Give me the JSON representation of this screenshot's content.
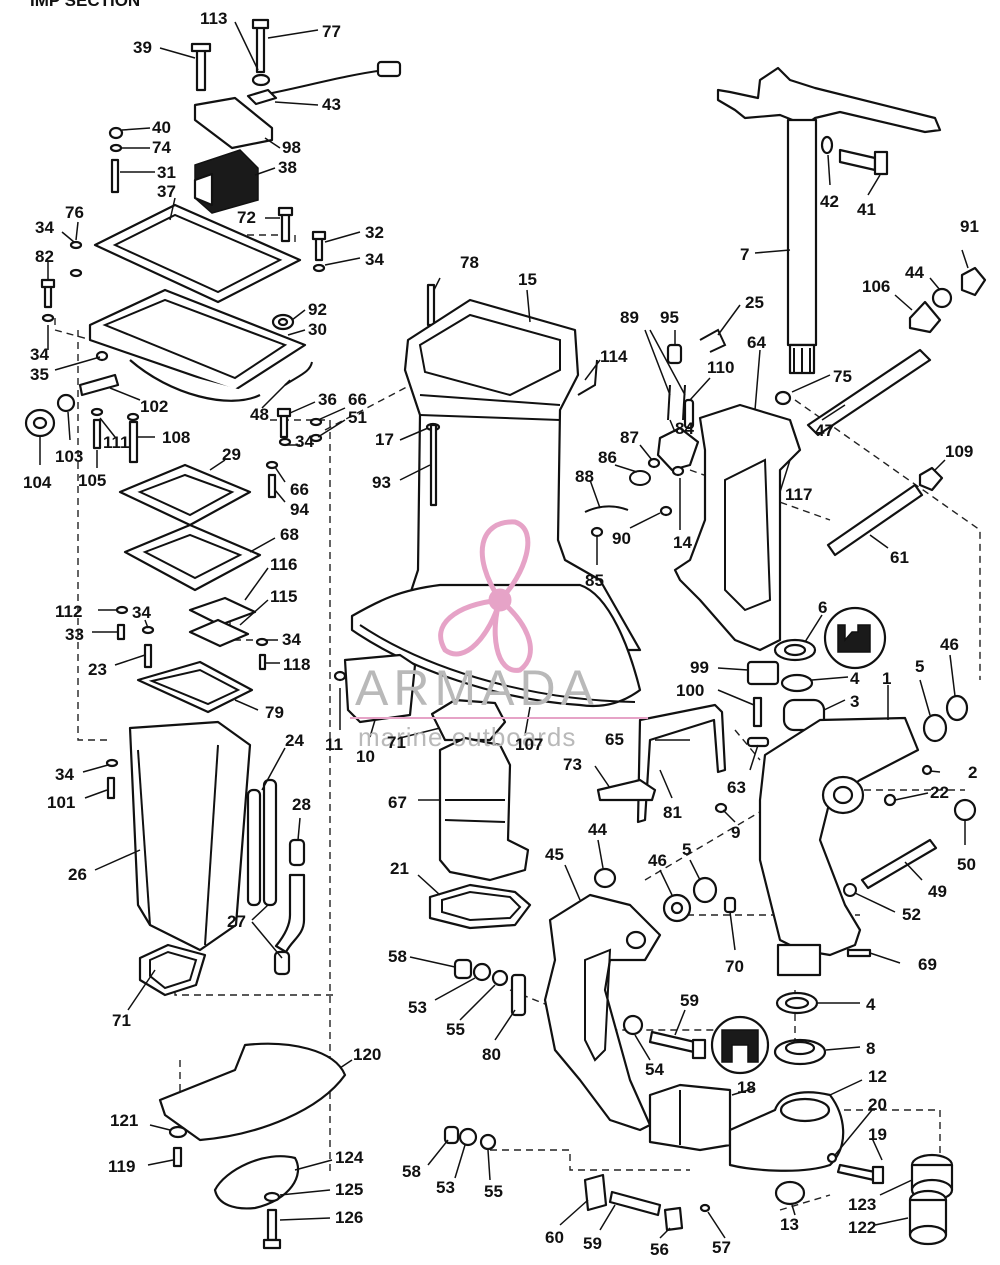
{
  "header": {
    "title_fragment": "IMP SECTION"
  },
  "watermark": {
    "brand": "ARMADA",
    "tagline": "marine outboards",
    "logo_icon": "propeller-icon",
    "color": "#e6a3c7"
  },
  "labels": [
    {
      "id": "l113",
      "text": "113"
    },
    {
      "id": "l77",
      "text": "77"
    },
    {
      "id": "l39",
      "text": "39"
    },
    {
      "id": "l43",
      "text": "43"
    },
    {
      "id": "l40",
      "text": "40"
    },
    {
      "id": "l74",
      "text": "74"
    },
    {
      "id": "l98",
      "text": "98"
    },
    {
      "id": "l31",
      "text": "31"
    },
    {
      "id": "l38",
      "text": "38"
    },
    {
      "id": "l37",
      "text": "37"
    },
    {
      "id": "l72",
      "text": "72"
    },
    {
      "id": "l34a",
      "text": "34"
    },
    {
      "id": "l76",
      "text": "76"
    },
    {
      "id": "l32",
      "text": "32"
    },
    {
      "id": "l34b",
      "text": "34"
    },
    {
      "id": "l82",
      "text": "82"
    },
    {
      "id": "l92",
      "text": "92"
    },
    {
      "id": "l30",
      "text": "30"
    },
    {
      "id": "l34c",
      "text": "34"
    },
    {
      "id": "l35",
      "text": "35"
    },
    {
      "id": "l102",
      "text": "102"
    },
    {
      "id": "l48",
      "text": "48"
    },
    {
      "id": "l36",
      "text": "36"
    },
    {
      "id": "l66a",
      "text": "66"
    },
    {
      "id": "l51",
      "text": "51"
    },
    {
      "id": "l111",
      "text": "111"
    },
    {
      "id": "l108",
      "text": "108"
    },
    {
      "id": "l104",
      "text": "104"
    },
    {
      "id": "l103",
      "text": "103"
    },
    {
      "id": "l105",
      "text": "105"
    },
    {
      "id": "l34d",
      "text": "34"
    },
    {
      "id": "l29",
      "text": "29"
    },
    {
      "id": "l66b",
      "text": "66"
    },
    {
      "id": "l94",
      "text": "94"
    },
    {
      "id": "l68",
      "text": "68"
    },
    {
      "id": "l116",
      "text": "116"
    },
    {
      "id": "l115",
      "text": "115"
    },
    {
      "id": "l112",
      "text": "112"
    },
    {
      "id": "l34e",
      "text": "34"
    },
    {
      "id": "l33",
      "text": "33"
    },
    {
      "id": "l34f",
      "text": "34"
    },
    {
      "id": "l23",
      "text": "23"
    },
    {
      "id": "l118",
      "text": "118"
    },
    {
      "id": "l79",
      "text": "79"
    },
    {
      "id": "l24",
      "text": "24"
    },
    {
      "id": "l34g",
      "text": "34"
    },
    {
      "id": "l101",
      "text": "101"
    },
    {
      "id": "l28",
      "text": "28"
    },
    {
      "id": "l26",
      "text": "26"
    },
    {
      "id": "l27",
      "text": "27"
    },
    {
      "id": "l71a",
      "text": "71"
    },
    {
      "id": "l120",
      "text": "120"
    },
    {
      "id": "l121",
      "text": "121"
    },
    {
      "id": "l119",
      "text": "119"
    },
    {
      "id": "l124",
      "text": "124"
    },
    {
      "id": "l125",
      "text": "125"
    },
    {
      "id": "l126",
      "text": "126"
    },
    {
      "id": "l78",
      "text": "78"
    },
    {
      "id": "l15",
      "text": "15"
    },
    {
      "id": "l17",
      "text": "17"
    },
    {
      "id": "l93",
      "text": "93"
    },
    {
      "id": "l114",
      "text": "114"
    },
    {
      "id": "l11",
      "text": "11"
    },
    {
      "id": "l10",
      "text": "10"
    },
    {
      "id": "l71b",
      "text": "71"
    },
    {
      "id": "l107",
      "text": "107"
    },
    {
      "id": "l67",
      "text": "67"
    },
    {
      "id": "l21",
      "text": "21"
    },
    {
      "id": "l89",
      "text": "89"
    },
    {
      "id": "l95",
      "text": "95"
    },
    {
      "id": "l25",
      "text": "25"
    },
    {
      "id": "l64",
      "text": "64"
    },
    {
      "id": "l110",
      "text": "110"
    },
    {
      "id": "l84",
      "text": "84"
    },
    {
      "id": "l87",
      "text": "87"
    },
    {
      "id": "l86",
      "text": "86"
    },
    {
      "id": "l88",
      "text": "88"
    },
    {
      "id": "l90",
      "text": "90"
    },
    {
      "id": "l14",
      "text": "14"
    },
    {
      "id": "l85",
      "text": "85"
    },
    {
      "id": "l117",
      "text": "117"
    },
    {
      "id": "l42",
      "text": "42"
    },
    {
      "id": "l41",
      "text": "41"
    },
    {
      "id": "l7",
      "text": "7"
    },
    {
      "id": "l91",
      "text": "91"
    },
    {
      "id": "l44a",
      "text": "44"
    },
    {
      "id": "l106",
      "text": "106"
    },
    {
      "id": "l75",
      "text": "75"
    },
    {
      "id": "l47",
      "text": "47"
    },
    {
      "id": "l109",
      "text": "109"
    },
    {
      "id": "l61",
      "text": "61"
    },
    {
      "id": "l6",
      "text": "6"
    },
    {
      "id": "l46a",
      "text": "46"
    },
    {
      "id": "l5a",
      "text": "5"
    },
    {
      "id": "l4a",
      "text": "4"
    },
    {
      "id": "l3",
      "text": "3"
    },
    {
      "id": "l1",
      "text": "1"
    },
    {
      "id": "l99",
      "text": "99"
    },
    {
      "id": "l100",
      "text": "100"
    },
    {
      "id": "l65",
      "text": "65"
    },
    {
      "id": "l63",
      "text": "63"
    },
    {
      "id": "l2",
      "text": "2"
    },
    {
      "id": "l73",
      "text": "73"
    },
    {
      "id": "l81",
      "text": "81"
    },
    {
      "id": "l9",
      "text": "9"
    },
    {
      "id": "l22",
      "text": "22"
    },
    {
      "id": "l50",
      "text": "50"
    },
    {
      "id": "l44b",
      "text": "44"
    },
    {
      "id": "l45",
      "text": "45"
    },
    {
      "id": "l46b",
      "text": "46"
    },
    {
      "id": "l5b",
      "text": "5"
    },
    {
      "id": "l49",
      "text": "49"
    },
    {
      "id": "l52",
      "text": "52"
    },
    {
      "id": "l70",
      "text": "70"
    },
    {
      "id": "l69",
      "text": "69"
    },
    {
      "id": "l58a",
      "text": "58"
    },
    {
      "id": "l53a",
      "text": "53"
    },
    {
      "id": "l55a",
      "text": "55"
    },
    {
      "id": "l80",
      "text": "80"
    },
    {
      "id": "l59a",
      "text": "59"
    },
    {
      "id": "l54",
      "text": "54"
    },
    {
      "id": "l4b",
      "text": "4"
    },
    {
      "id": "l8",
      "text": "8"
    },
    {
      "id": "l18",
      "text": "18"
    },
    {
      "id": "l12",
      "text": "12"
    },
    {
      "id": "l20",
      "text": "20"
    },
    {
      "id": "l19",
      "text": "19"
    },
    {
      "id": "l58b",
      "text": "58"
    },
    {
      "id": "l53b",
      "text": "53"
    },
    {
      "id": "l55b",
      "text": "55"
    },
    {
      "id": "l60",
      "text": "60"
    },
    {
      "id": "l59b",
      "text": "59"
    },
    {
      "id": "l56",
      "text": "56"
    },
    {
      "id": "l57",
      "text": "57"
    },
    {
      "id": "l123",
      "text": "123"
    },
    {
      "id": "l13",
      "text": "13"
    },
    {
      "id": "l122",
      "text": "122"
    }
  ]
}
